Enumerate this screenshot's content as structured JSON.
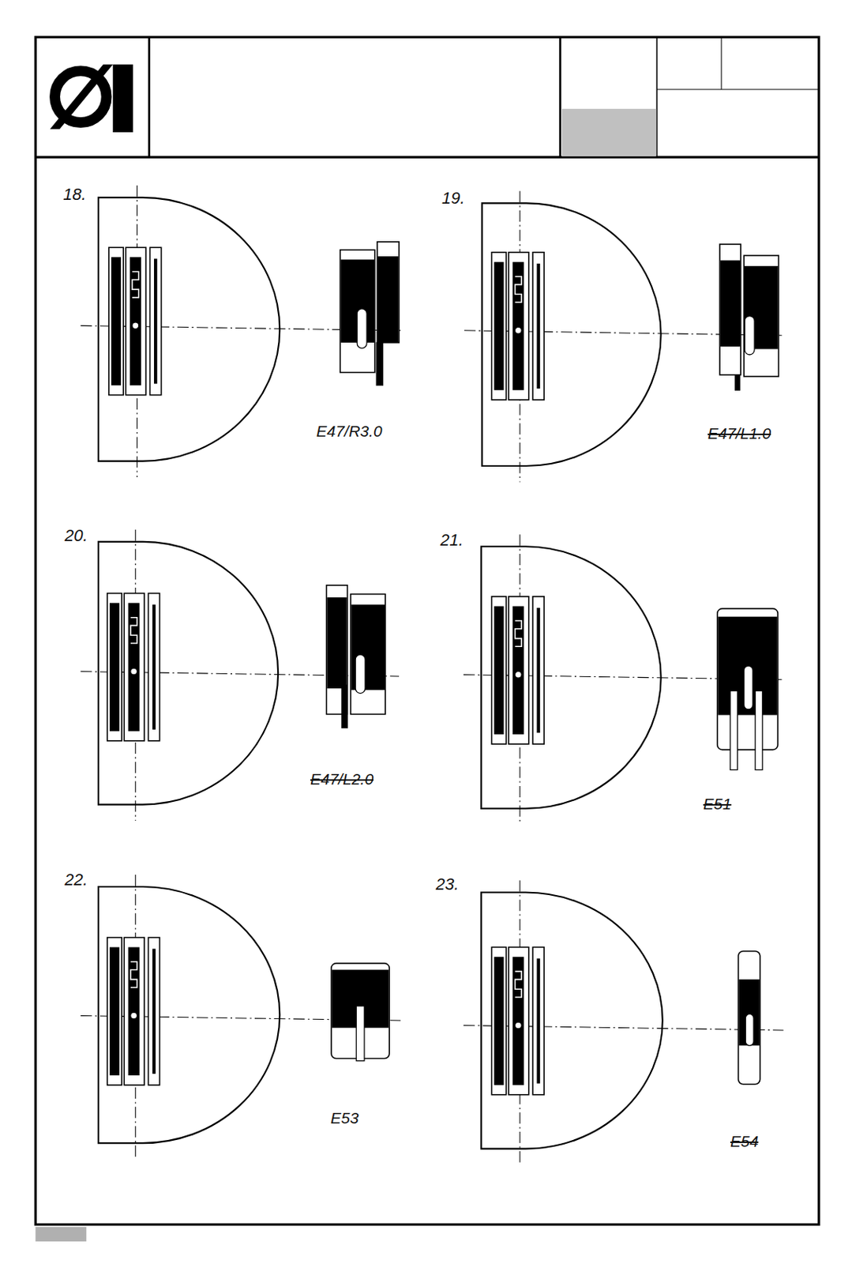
{
  "diagram": {
    "labels": [
      "18.",
      "E47/R3.0",
      "19.",
      "E47/L1.0",
      "20.",
      "E47/L2.0",
      "21.",
      "E51",
      "22.",
      "E53",
      "23.",
      "E54"
    ]
  }
}
